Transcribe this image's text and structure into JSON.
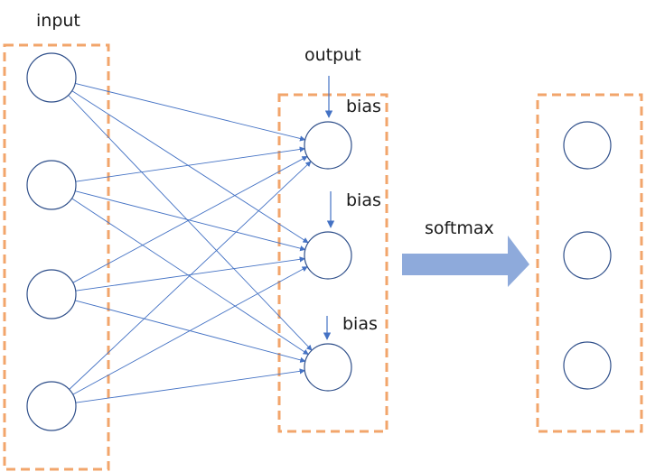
{
  "labels": {
    "input": "input",
    "output": "output",
    "bias_1": "bias",
    "bias_2": "bias",
    "bias_3": "bias",
    "softmax": "softmax"
  },
  "colors": {
    "group_border": "#f2a56b",
    "edge": "#4472c4",
    "node_stroke": "#2f4f8a",
    "arrow_fill": "#8eaadb"
  }
}
